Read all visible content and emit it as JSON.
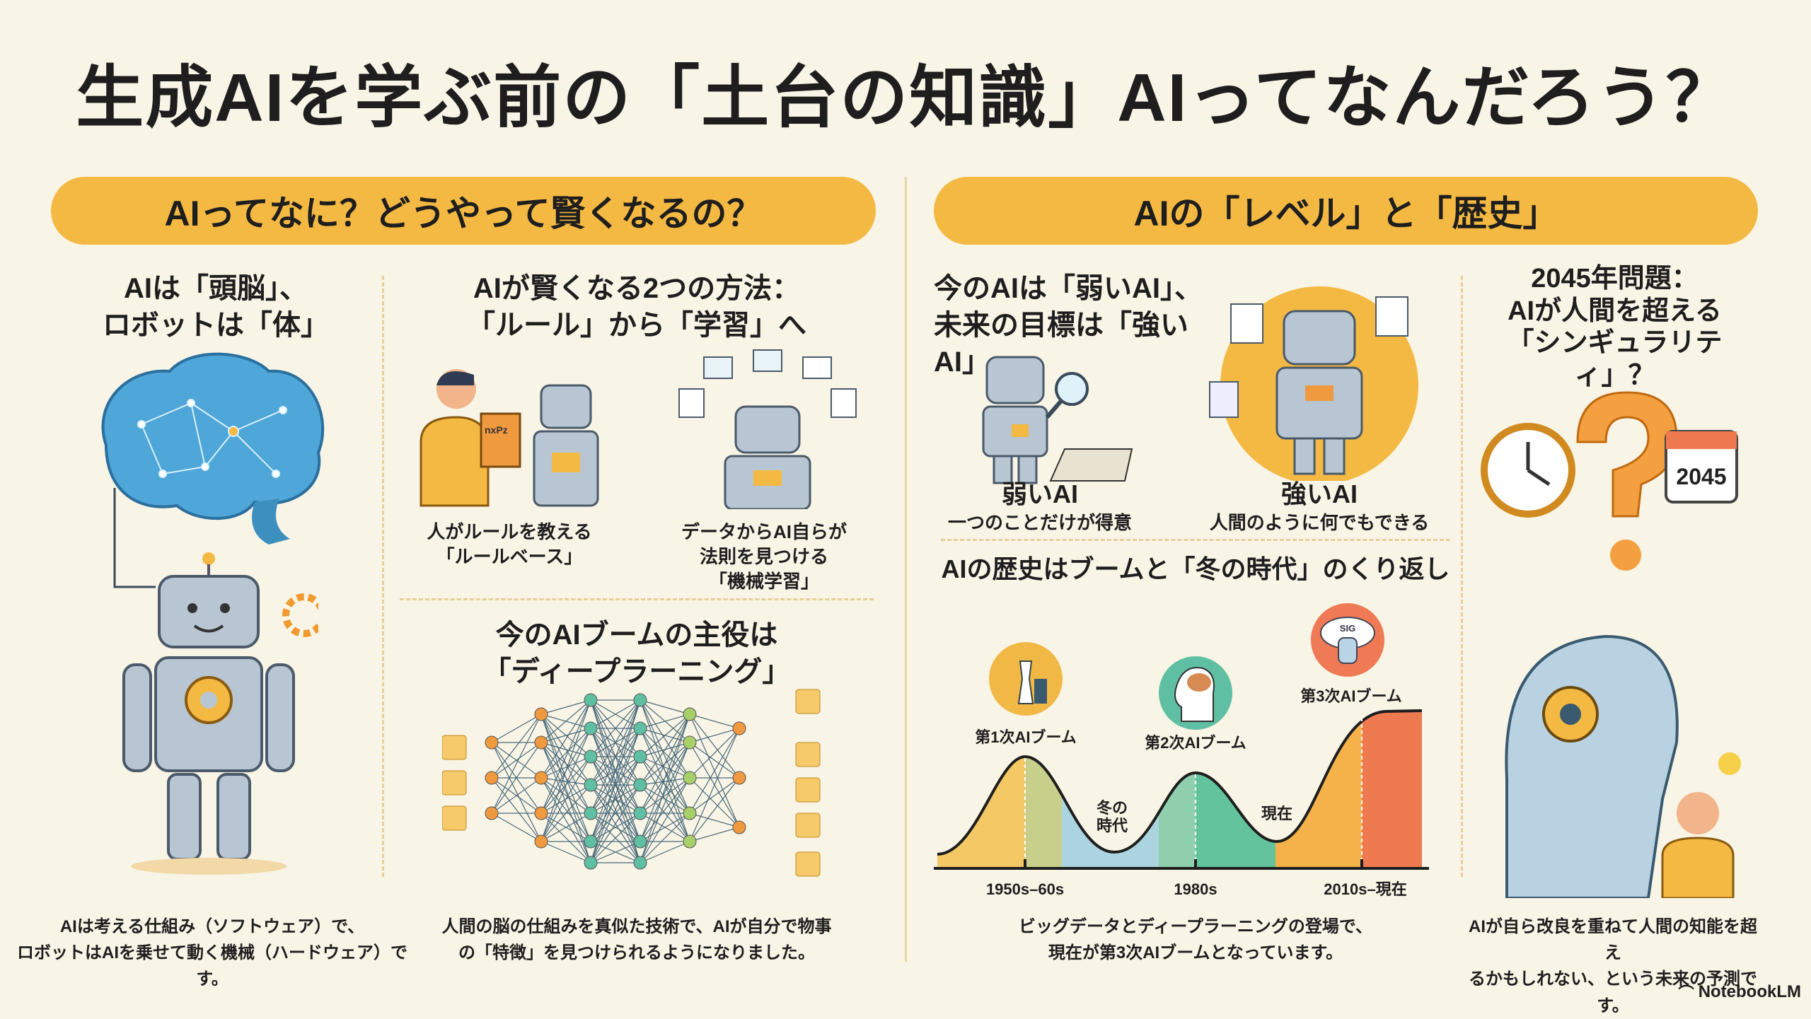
{
  "title": "生成AIを学ぶ前の「土台の知識」AIってなんだろう？",
  "left": {
    "header": "AIってなに？どうやって賢くなるの？",
    "brain_body": {
      "heading": [
        "AIは「頭脳」、",
        "ロボットは「体」"
      ],
      "caption": [
        "AIは考える仕組み（ソフトウェア）で、",
        "ロボットはAIを乗せて動く機械（ハードウェア）です。"
      ]
    },
    "methods": {
      "heading": [
        "AIが賢くなる2つの方法：",
        "「ルール」から「学習」へ"
      ],
      "book_text": "nxPz",
      "rule_based": [
        "人がルールを教える",
        "「ルールベース」"
      ],
      "machine_learning": [
        "データからAI自らが",
        "法則を見つける",
        "「機械学習」"
      ]
    },
    "deep_learning": {
      "heading": [
        "今のAIブームの主役は",
        "「ディープラーニング」"
      ],
      "caption": [
        "人間の脳の仕組みを真似た技術で、AIが自分で物事",
        "の「特徴」を見つけられるようになりました。"
      ]
    }
  },
  "right": {
    "header": "AIの「レベル」と「歴史」",
    "levels": {
      "heading": [
        "今のAIは「弱いAI」、",
        "未来の目標は「強いAI」"
      ],
      "weak": {
        "name": "弱いAI",
        "desc": "一つのことだけが得意"
      },
      "strong": {
        "name": "強いAI",
        "desc": "人間のように何でもできる"
      }
    },
    "history": {
      "heading": "AIの歴史はブームと「冬の時代」のくり返し",
      "caption": [
        "ビッグデータとディープラーニングの登場で、",
        "現在が第3次AIブームとなっています。"
      ]
    },
    "singularity": {
      "heading": [
        "2045年問題：",
        "AIが人間を超える",
        "「シンギュラリティ」？"
      ],
      "calendar_year": "2045",
      "caption": [
        "AIが自ら改良を重ねて人間の知能を超え",
        "るかもしれない、という未来の予測です。"
      ]
    }
  },
  "chart_data": {
    "type": "area",
    "title": "AIの歴史はブームと「冬の時代」のくり返し",
    "booms": [
      {
        "label": "第1次AIブーム",
        "period": "1950s–60s",
        "icon": "chess-icon",
        "color": "#f3c35a"
      },
      {
        "label": "第2次AIブーム",
        "period": "1980s",
        "icon": "brain-head-icon",
        "color": "#5fc29e"
      },
      {
        "label": "第3次AIブーム",
        "period": "2010s–現在",
        "icon": "cloud-database-icon",
        "color": "#f07a50",
        "cloud_text": "SIG"
      }
    ],
    "annotations": [
      "冬の",
      "時代",
      "現在"
    ],
    "x_ticks": [
      "1950s–60s",
      "1980s",
      "2010s–現在"
    ]
  },
  "footer": {
    "brand": "NotebookLM"
  },
  "colors": {
    "accent": "#f4b942",
    "background": "#f8f4e6"
  }
}
